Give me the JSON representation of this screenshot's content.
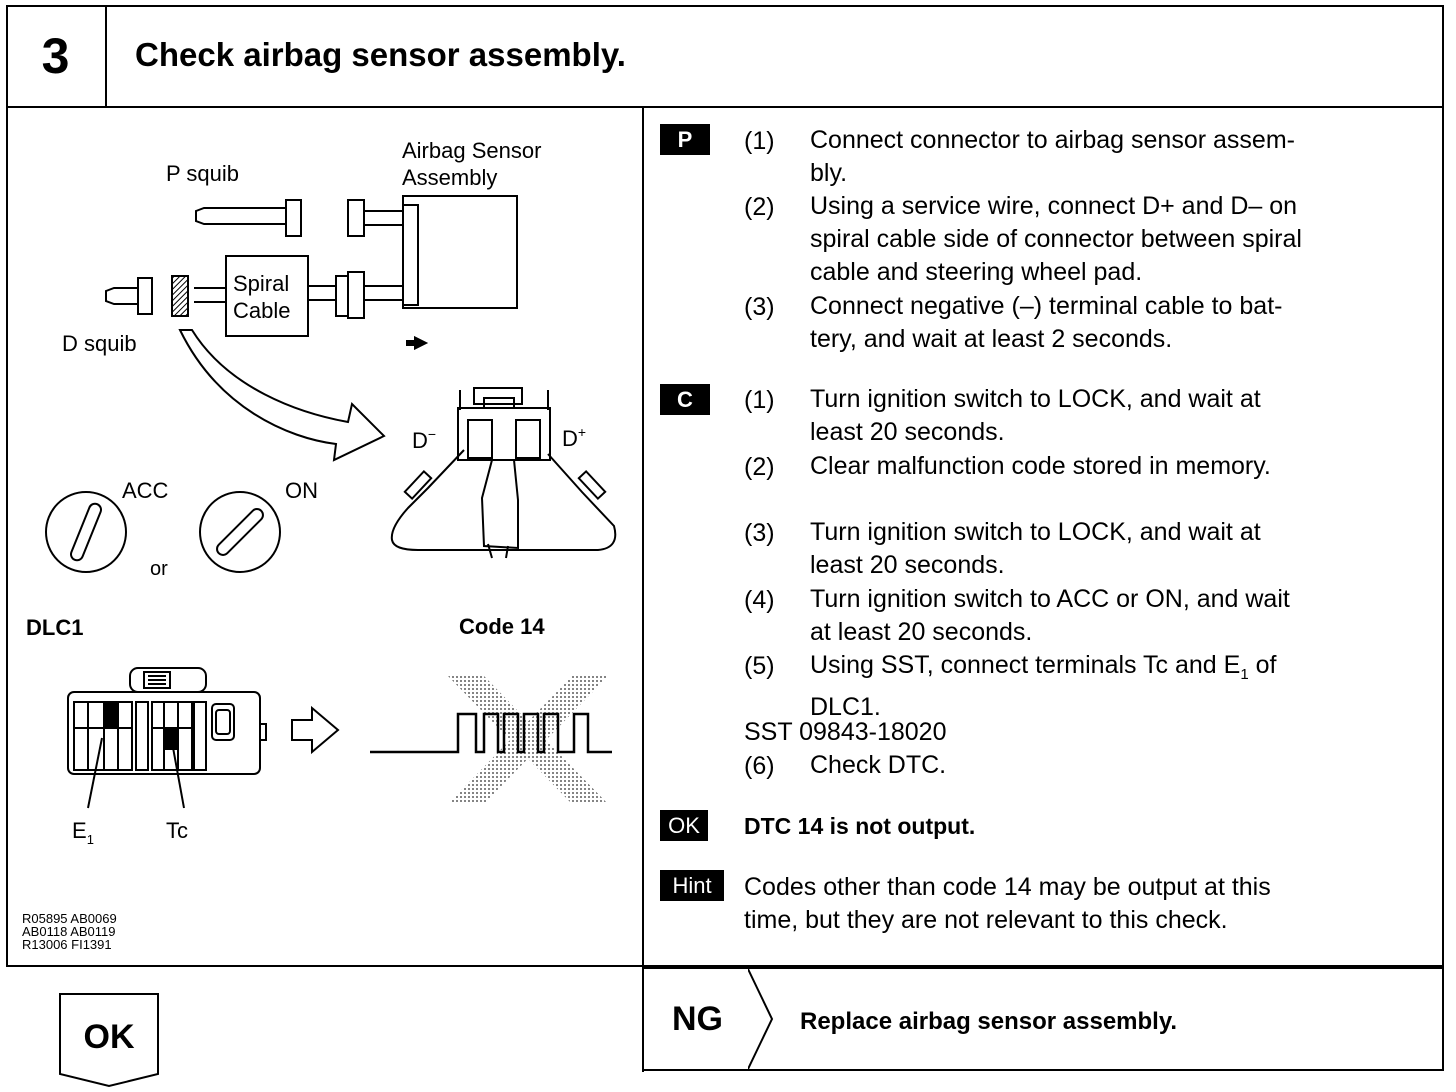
{
  "step": {
    "number": "3",
    "title": "Check airbag sensor assembly."
  },
  "diagram": {
    "labels": {
      "airbag_sensor": [
        "Airbag Sensor",
        "Assembly"
      ],
      "p_squib": "P squib",
      "d_squib": "D squib",
      "spiral_cable": [
        "Spiral",
        "Cable"
      ],
      "d_minus": "D",
      "d_plus": "D",
      "acc": "ACC",
      "on": "ON",
      "or": "or",
      "dlc1": "DLC1",
      "code14": "Code 14",
      "e1": "E",
      "e1_sub": "1",
      "tc": "Tc"
    },
    "figure_codes": [
      "R05895 AB0069",
      "AB0118 AB0119",
      "R13006 FI1391"
    ]
  },
  "instructions": {
    "prepare": {
      "badge": "P",
      "items": [
        {
          "num": "(1)",
          "lines": [
            "Connect connector to airbag sensor assem-",
            "bly."
          ]
        },
        {
          "num": "(2)",
          "lines": [
            "Using a service wire, connect D+ and D– on",
            "spiral cable side of connector between spiral",
            "cable and steering wheel pad."
          ]
        },
        {
          "num": "(3)",
          "lines": [
            "Connect negative (–) terminal cable to bat-",
            "tery, and wait at least 2 seconds."
          ]
        }
      ]
    },
    "check": {
      "badge": "C",
      "items": [
        {
          "num": "(1)",
          "lines": [
            "Turn ignition switch to LOCK, and wait at",
            "least 20 seconds."
          ]
        },
        {
          "num": "(2)",
          "lines": [
            "Clear malfunction code stored in memory."
          ]
        },
        {
          "num": "(3)",
          "lines": [
            "Turn ignition switch to LOCK, and wait at",
            "least 20 seconds."
          ]
        },
        {
          "num": "(4)",
          "lines": [
            "Turn ignition switch to ACC or ON, and wait",
            "at least 20 seconds."
          ]
        },
        {
          "num": "(5)",
          "lines": [
            "Using SST, connect terminals Tc and E",
            "DLC1."
          ],
          "sub": "1",
          "after_sub": " of"
        },
        {
          "num": "",
          "lines": [
            "SST 09843-18020"
          ]
        },
        {
          "num": "(6)",
          "lines": [
            "Check DTC."
          ]
        }
      ]
    },
    "ok": {
      "badge": "OK",
      "text": "DTC 14 is not output."
    },
    "hint": {
      "badge": "Hint",
      "lines": [
        "Codes other than code 14 may be output at this",
        "time, but they are not relevant to this check."
      ]
    }
  },
  "result": {
    "ok_label": "OK",
    "ng_label": "NG",
    "ng_action": "Replace airbag sensor assembly."
  }
}
